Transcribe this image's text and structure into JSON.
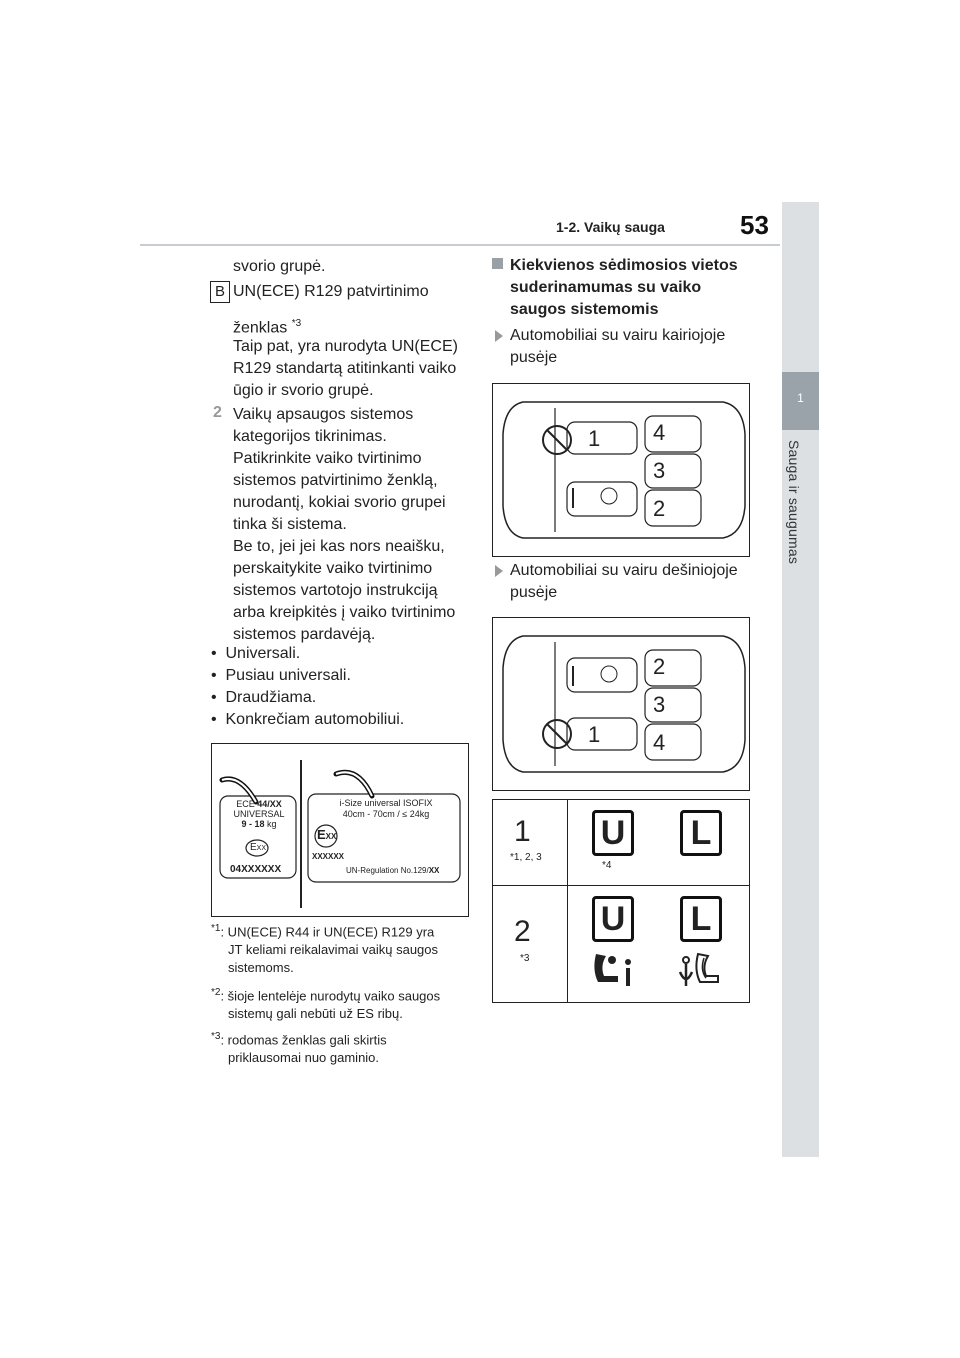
{
  "header": {
    "section_title": "1-2. Vaikų sauga",
    "page_number": "53"
  },
  "sidebar": {
    "chapter_number": "1",
    "chapter_label": "Sauga ir saugumas"
  },
  "left": {
    "line_svorio": "svorio grupė.",
    "b_marker": "B",
    "b_line1": "UN(ECE) R129 patvirtinimo",
    "b_line2": "ženklas",
    "b_line2_sup": "*3",
    "b_desc": [
      "Taip pat, yra nurodyta UN(ECE)",
      "R129 standartą atitinkanti vaiko",
      "ūgio ir svorio grupė."
    ],
    "step2_num": "2",
    "step2_lines": [
      "Vaikų apsaugos sistemos",
      "kategorijos tikrinimas.",
      "Patikrinkite vaiko tvirtinimo",
      "sistemos patvirtinimo ženklą,",
      "nurodantį, kokiai svorio grupei",
      "tinka ši sistema.",
      "Be to, jei jei kas nors neaišku,",
      "perskaitykite vaiko tvirtinimo",
      "sistemos vartotojo instrukciją",
      "arba kreipkitės į vaiko tvirtinimo",
      "sistemos pardavėją."
    ],
    "bullets": [
      "Universali.",
      "Pusiau universali.",
      "Draudžiama.",
      "Konkrečiam automobiliui."
    ],
    "label_left": {
      "line1_ece": "ECE",
      "line1_num": "44/",
      "line1_xx": "XX",
      "line2": "UNIVERSAL",
      "line3": "9 - 18",
      "line3_kg": "kg",
      "emark": "E",
      "emark_xx": "XX",
      "code": "04XXXXXX"
    },
    "label_right": {
      "line1": "i-Size universal ISOFIX",
      "line2": "40cm - 70cm / ≤ 24kg",
      "emark": "E",
      "emark_xx": "XX",
      "code": "XXXXXX",
      "reg": "UN-Regulation No.129/",
      "reg_xx": "XX"
    },
    "footnotes": [
      {
        "mark": "*1",
        "lines": [
          ": UN(ECE) R44 ir UN(ECE) R129 yra",
          "JT keliami reikalavimai vaikų saugos",
          "sistemoms."
        ]
      },
      {
        "mark": "*2",
        "lines": [
          ": šioje lentelėje nurodytų vaiko saugos",
          "sistemų gali nebūti už ES ribų."
        ]
      },
      {
        "mark": "*3",
        "lines": [
          ": rodomas ženklas gali skirtis",
          "priklausomai nuo gaminio."
        ]
      }
    ]
  },
  "right": {
    "heading_lines": [
      "Kiekvienos sėdimosios vietos",
      "suderinamumas su vaiko",
      "saugos sistemomis"
    ],
    "lhd_lines": [
      "Automobiliai su vairu kairiojoje",
      "pusėje"
    ],
    "rhd_lines": [
      "Automobiliai su vairu dešiniojoje",
      "pusėje"
    ],
    "seat_numbers": [
      "1",
      "2",
      "3",
      "4"
    ],
    "table": {
      "row1_num": "1",
      "row1_note": "*1, 2, 3",
      "row1_u": "U",
      "row1_l": "L",
      "row1_u_note": "*4",
      "row2_num": "2",
      "row2_note": "*3",
      "row2_u": "U",
      "row2_l": "L"
    }
  },
  "colors": {
    "sidebar_bg": "#dde0e3",
    "sidebar_tab": "#9ba3aa",
    "accent_gray": "#9aa1a6"
  }
}
